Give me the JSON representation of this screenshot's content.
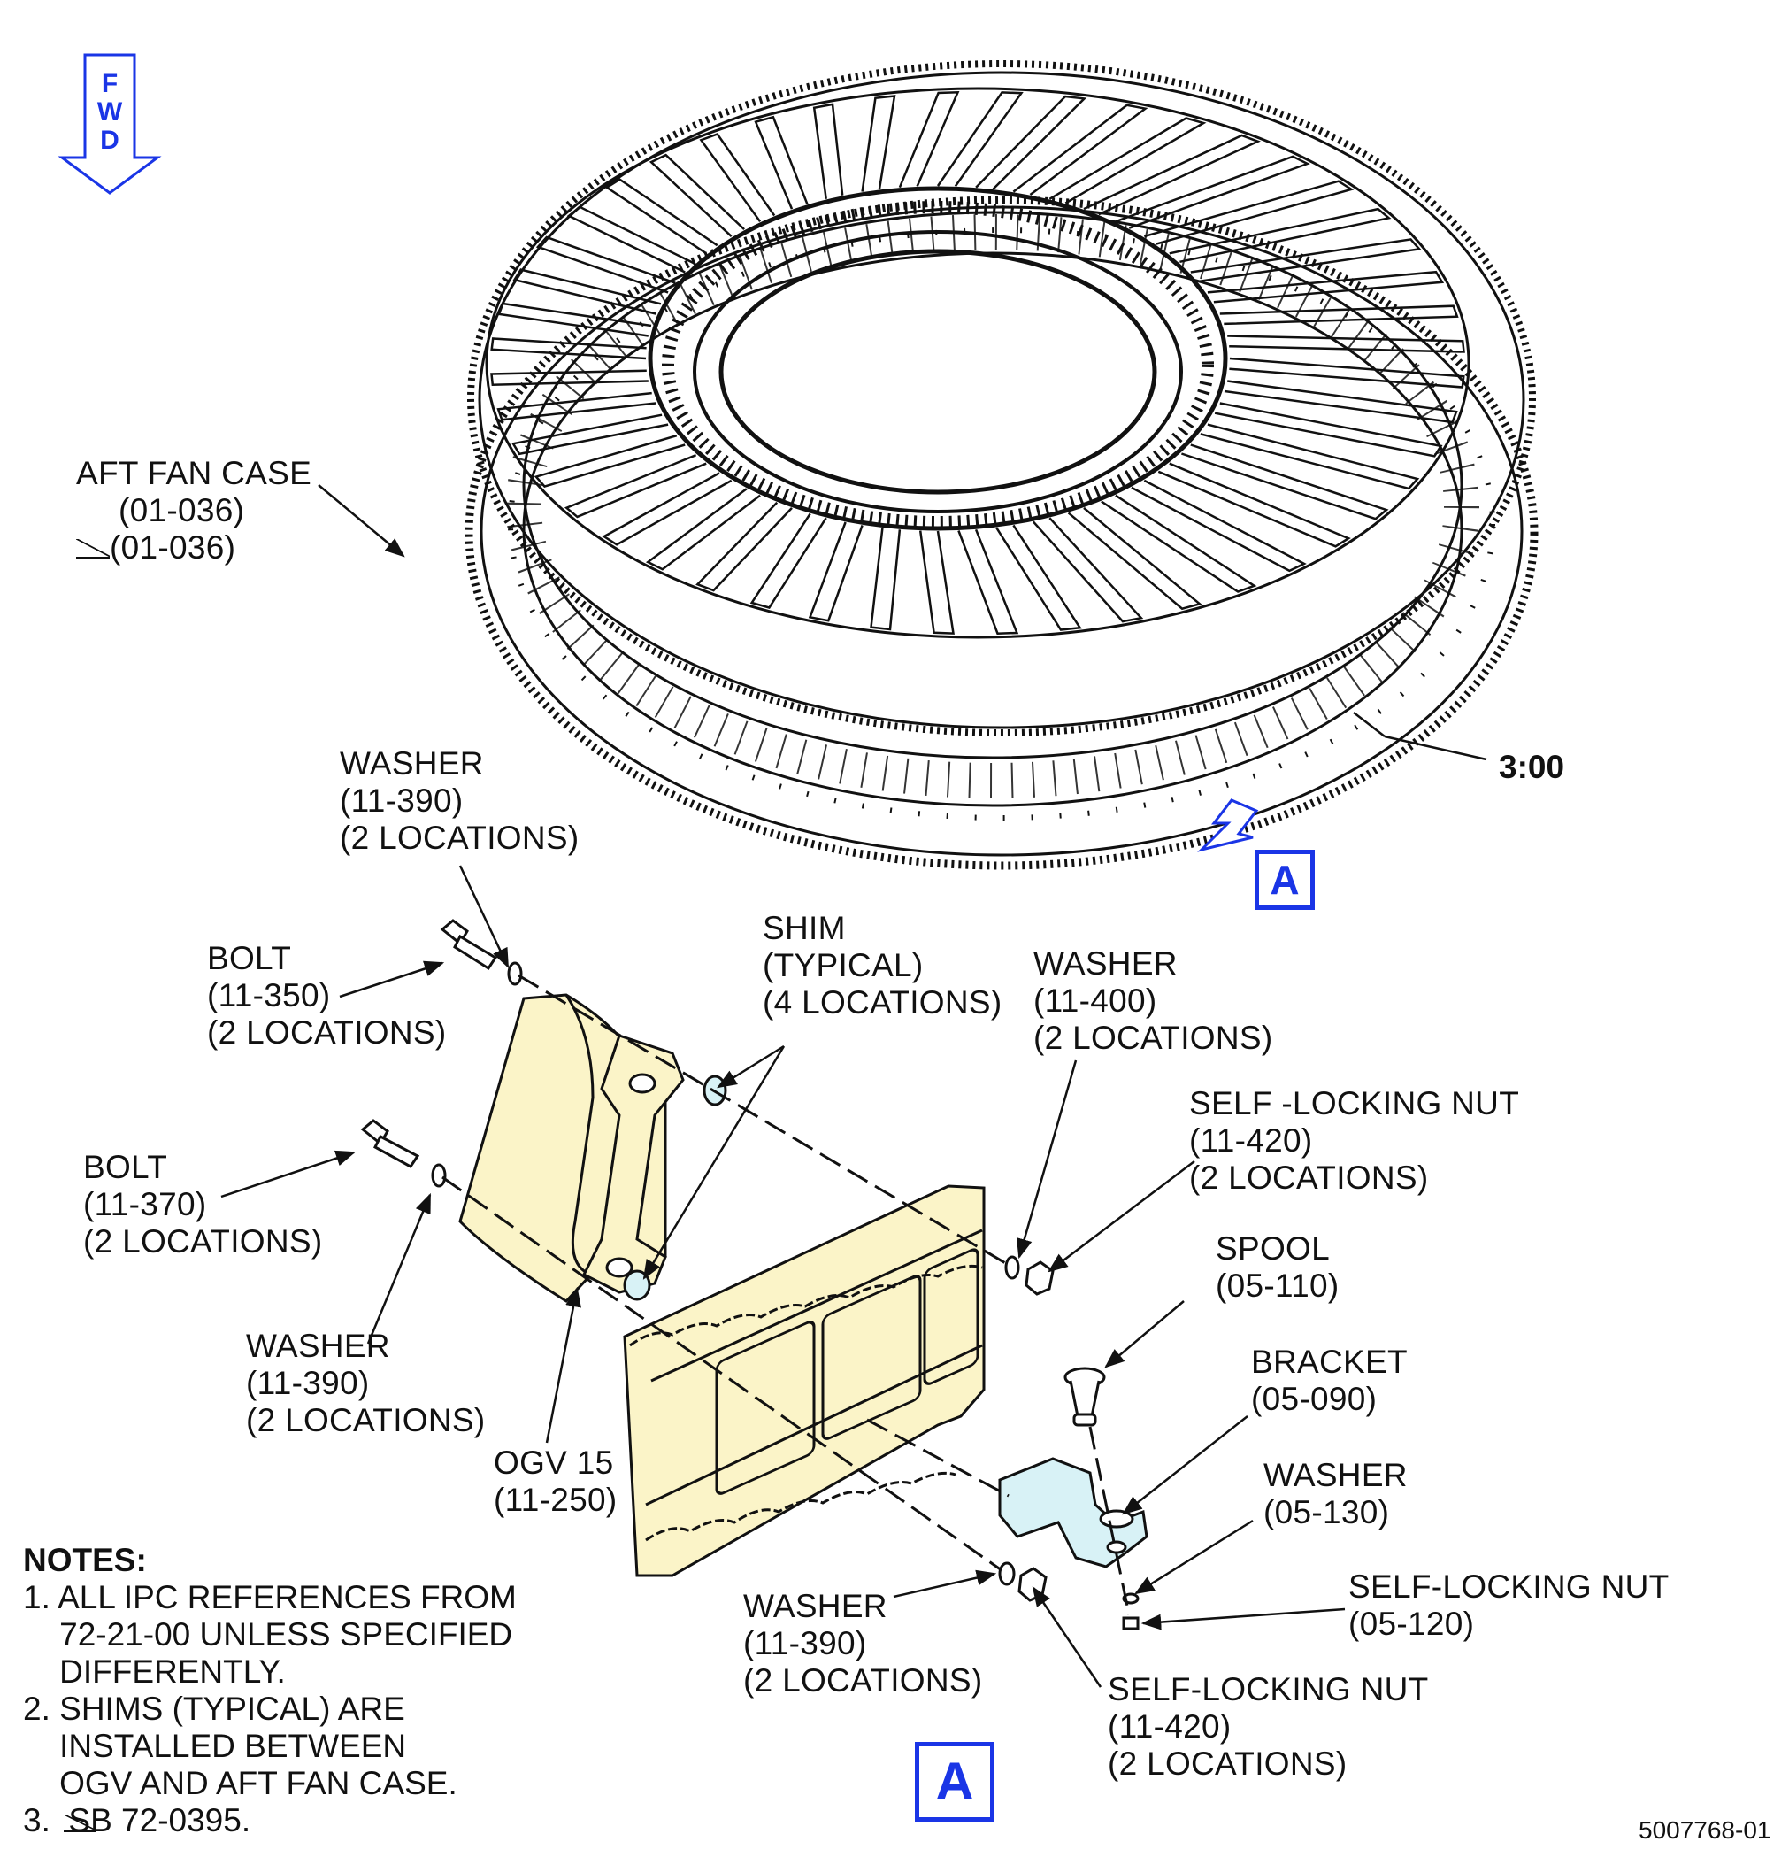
{
  "orientation": {
    "letters": [
      "F",
      "W",
      "D"
    ]
  },
  "labels": {
    "aft_fan_case": {
      "name": "AFT FAN CASE",
      "ref": "(01-036)",
      "sb_ref": "(01-036)"
    },
    "clock_position": "3:00",
    "view_marker": "A",
    "washer_top": {
      "name": "WASHER",
      "ref": "(11-390)",
      "qty": "(2 LOCATIONS)"
    },
    "bolt_350": {
      "name": "BOLT",
      "ref": "(11-350)",
      "qty": "(2 LOCATIONS)"
    },
    "shim": {
      "name": "SHIM",
      "note": "(TYPICAL)",
      "qty": "(4 LOCATIONS)"
    },
    "washer_400": {
      "name": "WASHER",
      "ref": "(11-400)",
      "qty": "(2 LOCATIONS)"
    },
    "nut_420_top": {
      "name": "SELF -LOCKING NUT",
      "ref": "(11-420)",
      "qty": "(2 LOCATIONS)"
    },
    "bolt_370": {
      "name": "BOLT",
      "ref": "(11-370)",
      "qty": "(2 LOCATIONS)"
    },
    "spool": {
      "name": "SPOOL",
      "ref": "(05-110)"
    },
    "bracket": {
      "name": "BRACKET",
      "ref": "(05-090)"
    },
    "washer_mid": {
      "name": "WASHER",
      "ref": "(11-390)",
      "qty": "(2 LOCATIONS)"
    },
    "washer_130": {
      "name": "WASHER",
      "ref": "(05-130)"
    },
    "ogv": {
      "name": "OGV 15",
      "ref": "(11-250)"
    },
    "nut_120": {
      "name": "SELF-LOCKING NUT",
      "ref": "(05-120)"
    },
    "washer_bottom": {
      "name": "WASHER",
      "ref": "(11-390)",
      "qty": "(2 LOCATIONS)"
    },
    "nut_420_bottom": {
      "name": "SELF-LOCKING NUT",
      "ref": "(11-420)",
      "qty": "(2 LOCATIONS)"
    }
  },
  "notes": {
    "heading": "NOTES:",
    "items": [
      "1. ALL IPC REFERENCES FROM\n    72-21-00 UNLESS SPECIFIED\n    DIFFERENTLY.",
      "2. SHIMS (TYPICAL) ARE\n    INSTALLED BETWEEN\n    OGV AND AFT FAN CASE.",
      "3.  SB 72-0395."
    ]
  },
  "drawing_number": "5007768-01",
  "colors": {
    "accent_blue": "#1a35e6",
    "ogv_fill": "#fbf4c8",
    "bracket_fill": "#d8f2f6",
    "washer_fill": "#d8f2f6",
    "line": "#111111"
  }
}
